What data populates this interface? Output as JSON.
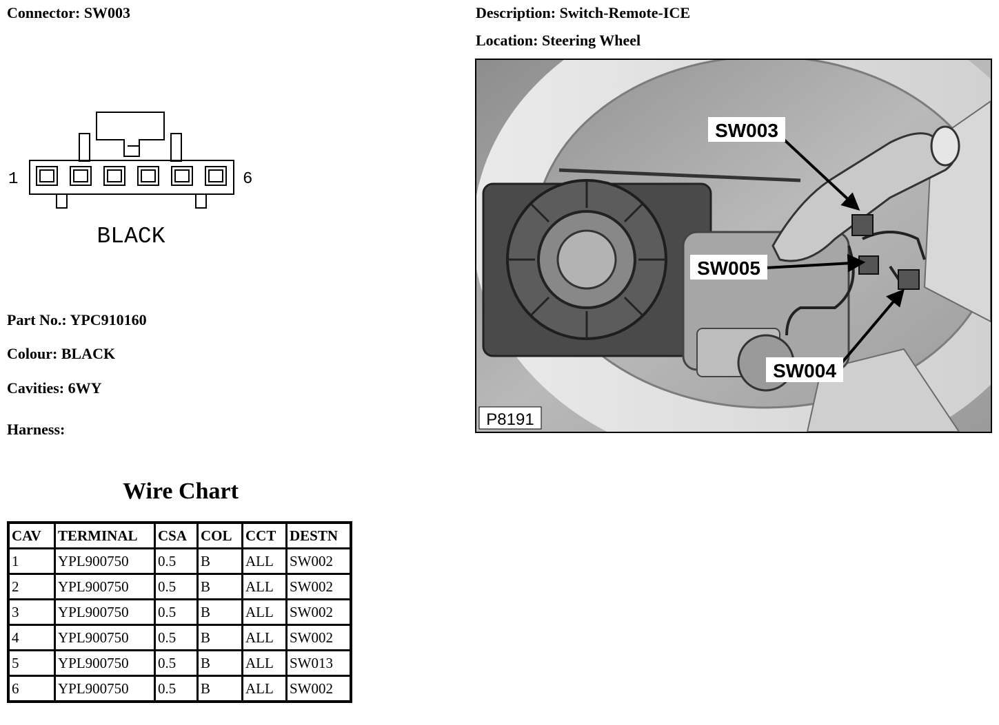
{
  "header": {
    "connector_label": "Connector:",
    "connector_value": "SW003",
    "description_label": "Description:",
    "description_value": "Switch-Remote-ICE",
    "location_label": "Location:",
    "location_value": "Steering Wheel"
  },
  "diagram": {
    "pin_first": "1",
    "pin_last": "6",
    "colour_text": "BLACK"
  },
  "details": {
    "part_no_label": "Part No.:",
    "part_no_value": "YPC910160",
    "colour_label": "Colour:",
    "colour_value": "BLACK",
    "cavities_label": "Cavities:",
    "cavities_value": "6WY",
    "harness_label": "Harness:",
    "harness_value": ""
  },
  "wire_chart": {
    "title": "Wire Chart",
    "headers": [
      "CAV",
      "TERMINAL",
      "CSA",
      "COL",
      "CCT",
      "DESTN"
    ],
    "rows": [
      [
        "1",
        "YPL900750",
        "0.5",
        "B",
        "ALL",
        "SW002"
      ],
      [
        "2",
        "YPL900750",
        "0.5",
        "B",
        "ALL",
        "SW002"
      ],
      [
        "3",
        "YPL900750",
        "0.5",
        "B",
        "ALL",
        "SW002"
      ],
      [
        "4",
        "YPL900750",
        "0.5",
        "B",
        "ALL",
        "SW002"
      ],
      [
        "5",
        "YPL900750",
        "0.5",
        "B",
        "ALL",
        "SW013"
      ],
      [
        "6",
        "YPL900750",
        "0.5",
        "B",
        "ALL",
        "SW002"
      ]
    ]
  },
  "photo": {
    "callouts": [
      "SW003",
      "SW005",
      "SW004"
    ],
    "figure_id": "P8191"
  }
}
